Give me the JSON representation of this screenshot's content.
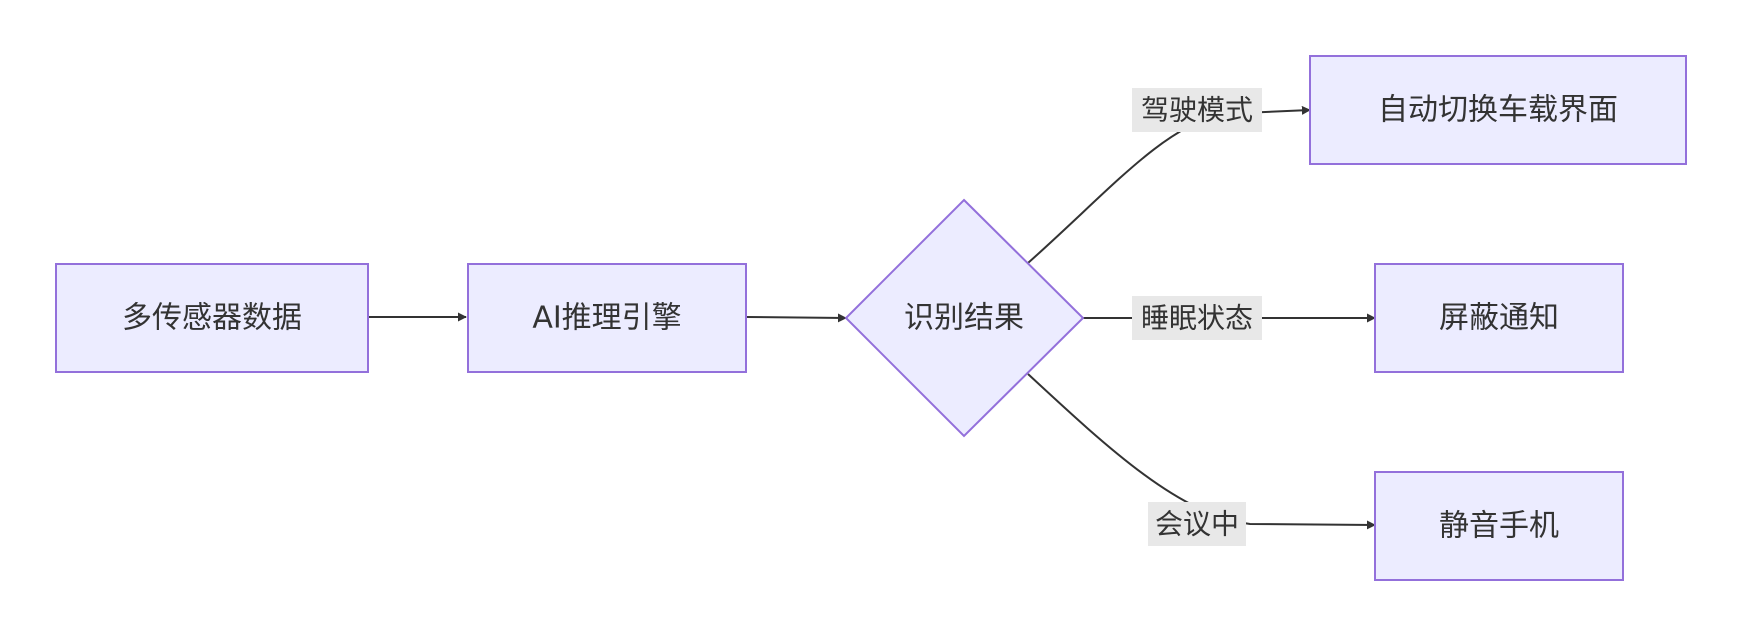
{
  "nodes": {
    "sensor": {
      "label": "多传感器数据"
    },
    "engine": {
      "label": "AI推理引擎"
    },
    "decision": {
      "label": "识别结果"
    },
    "car_ui": {
      "label": "自动切换车载界面"
    },
    "block_notify": {
      "label": "屏蔽通知"
    },
    "mute_phone": {
      "label": "静音手机"
    }
  },
  "edges": {
    "driving": {
      "label": "驾驶模式"
    },
    "sleeping": {
      "label": "睡眠状态"
    },
    "meeting": {
      "label": "会议中"
    }
  },
  "colors": {
    "node_fill": "#ECECFF",
    "node_stroke": "#9370DB",
    "edge": "#333333",
    "label_bg": "#E8E8E8",
    "text": "#333333"
  }
}
